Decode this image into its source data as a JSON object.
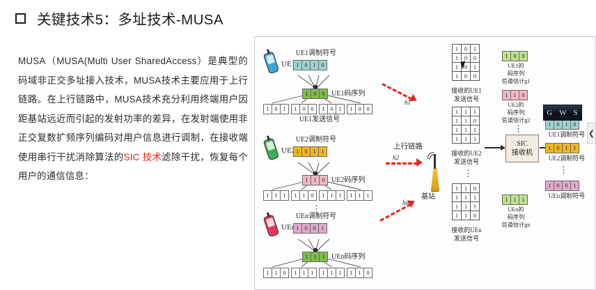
{
  "slide": {
    "title": "关键技术5：多址技术-MUSA",
    "bullet_icon": "hollow-square-bullet-icon",
    "paragraph_part1": "MUSA（MUSA(Multi User SharedAccess）是典型的码域非正交多址接入技术，MUSA技术主要应用于上行链路。在上行链路中，MUSA技术充分利用终端用户因距基站远近而引起的发射功率的差异，在发射端使用非正交复数扩频序列编码对用户信息进行调制，在接收端使用串行干扰消除算法的",
    "paragraph_highlight": "SIC 技术",
    "paragraph_part2": "滤除干扰，恢复每个用户的通信信息："
  },
  "diagram": {
    "uplink_label": "上行链路",
    "base_station_label": "基站",
    "sic_line1": "SIC",
    "sic_line2": "接收机",
    "channel_h1": "h1",
    "channel_h2": "h2",
    "channel_hn": "hn",
    "vertical_dots": "⋮",
    "users": [
      {
        "id": "ue1",
        "name": "UE1",
        "phone_color": "#3aa7d4",
        "mod_label": "UE1调制符号",
        "mod_bits": [
          "1",
          "0",
          "1",
          "0"
        ],
        "mod_color_class": "teal",
        "code_label": "UE1码序列",
        "code_bits": [
          "1",
          "0",
          "0"
        ],
        "code_color_class": "green",
        "tx_label": "UE1发送信号",
        "tx_groups": [
          [
            "1",
            "0",
            "1"
          ],
          [
            "1",
            "0",
            "0"
          ],
          [
            "1",
            "0",
            "1"
          ],
          [
            "1",
            "0",
            "0"
          ]
        ],
        "rx_label_line1": "接收的UE1",
        "rx_label_line2": "发送信号",
        "rx_matrix": [
          [
            "1",
            "0",
            "1"
          ],
          [
            "1",
            "0",
            "0"
          ],
          [
            "1",
            "0",
            "1"
          ],
          [
            "1",
            "0",
            "0"
          ]
        ],
        "est_bits": [
          "1",
          "0",
          "0"
        ],
        "est_color_class": "lgreen",
        "est_line1": "UE1的",
        "est_line2": "码序列",
        "est_line3": "信道估计g1",
        "out_bits": [
          "1",
          "0",
          "1",
          "0"
        ],
        "out_label": "UE1调制符号"
      },
      {
        "id": "ue2",
        "name": "UE2",
        "phone_color": "#3fae5c",
        "mod_label": "UE2调制符号",
        "mod_bits": [
          "1",
          "0",
          "1",
          "1"
        ],
        "mod_color_class": "orange",
        "code_label": "UE2码序列",
        "code_bits": [
          "1",
          "1",
          "0"
        ],
        "code_color_class": "pinkc",
        "tx_label": "",
        "tx_groups": [
          [
            "1",
            "1",
            "1"
          ],
          [
            "1",
            "1",
            "0"
          ],
          [
            "1",
            "1",
            "1"
          ],
          [
            "1",
            "1",
            "1"
          ]
        ],
        "rx_label_line1": "接收的UE2",
        "rx_label_line2": "发送信号",
        "rx_matrix": [
          [
            "1",
            "1",
            "1"
          ],
          [
            "1",
            "1",
            "0"
          ],
          [
            "1",
            "1",
            "1"
          ],
          [
            "1",
            "1",
            "1"
          ]
        ],
        "est_bits": [
          "1",
          "1",
          "0"
        ],
        "est_color_class": "pinkc",
        "est_line1": "UE2的",
        "est_line2": "码序列",
        "est_line3": "信道估计g2",
        "out_bits": [
          "1",
          "0",
          "1",
          "1"
        ],
        "out_label": "UE2调制符号"
      },
      {
        "id": "uen",
        "name": "UEn",
        "phone_color": "#e0385a",
        "mod_label": "UEn调制符号",
        "mod_bits": [
          "1",
          "0",
          "0",
          "1"
        ],
        "mod_color_class": "pinkm",
        "code_label": "UEn码序列",
        "code_bits": [
          "1",
          "1",
          "1"
        ],
        "code_color_class": "green",
        "tx_label": "",
        "tx_groups": [
          [
            "1",
            "1",
            "0"
          ],
          [
            "1",
            "1",
            "1"
          ],
          [
            "1",
            "1",
            "1"
          ],
          [
            "1",
            "1",
            "0"
          ]
        ],
        "rx_label_line1": "接收的UEn",
        "rx_label_line2": "发送信号",
        "rx_matrix": [
          [
            "1",
            "1",
            "0"
          ],
          [
            "1",
            "1",
            "1"
          ],
          [
            "1",
            "1",
            "1"
          ],
          [
            "1",
            "1",
            "0"
          ]
        ],
        "est_bits": [
          "1",
          "1",
          "1"
        ],
        "est_color_class": "lgreen",
        "est_line1": "UEn的",
        "est_line2": "码序列",
        "est_line3": "信道估计gn",
        "out_bits": [
          "1",
          "0",
          "0",
          "1"
        ],
        "out_label": "UEn调制符号"
      }
    ],
    "watermark": [
      "G",
      "W",
      "S"
    ]
  },
  "edge_arrow_glyph": "❮"
}
